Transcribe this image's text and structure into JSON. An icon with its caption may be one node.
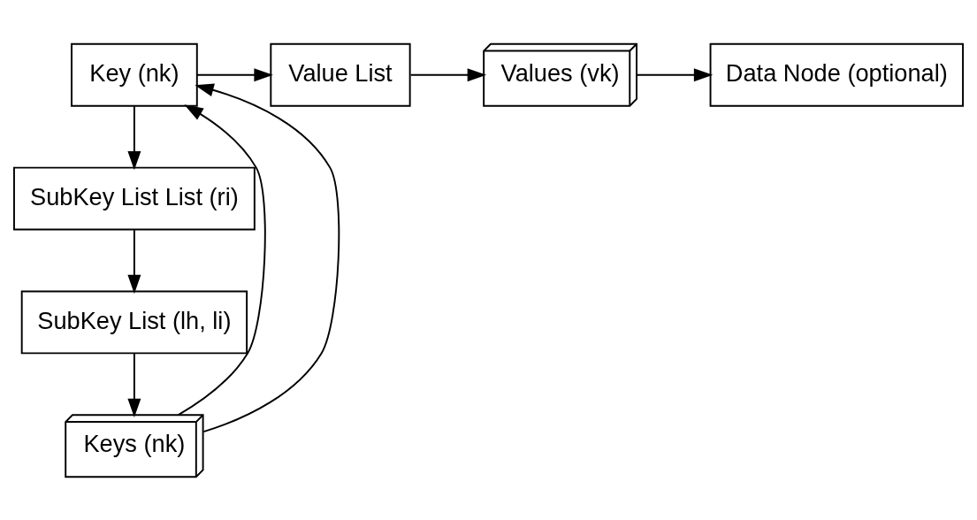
{
  "diagram": {
    "nodes": [
      {
        "text": [
          "Key (nk)"
        ]
      },
      {
        "text": [
          "Value List"
        ]
      },
      {
        "text": [
          "Values (vk)"
        ]
      },
      {
        "text": [
          "Data Node (optional)"
        ]
      },
      {
        "text": [
          "SubKey List List (ri)"
        ]
      },
      {
        "text": [
          "SubKey List (lh, li)"
        ]
      },
      {
        "text": [
          "Keys (nk)"
        ]
      }
    ],
    "edges": [
      {
        "from": 0,
        "to": 1,
        "arrow": "to"
      },
      {
        "from": 1,
        "to": 2,
        "arrow": "to"
      },
      {
        "from": 2,
        "to": 3,
        "arrow": "to"
      },
      {
        "from": 0,
        "to": 4,
        "arrow": "to"
      },
      {
        "from": 4,
        "to": 5,
        "arrow": "to"
      },
      {
        "from": 5,
        "to": 6,
        "arrow": "to"
      },
      {
        "from": 6,
        "to": 0,
        "arrow": "to"
      },
      {
        "from": 6,
        "to": 0,
        "arrow": "to"
      }
    ]
  }
}
